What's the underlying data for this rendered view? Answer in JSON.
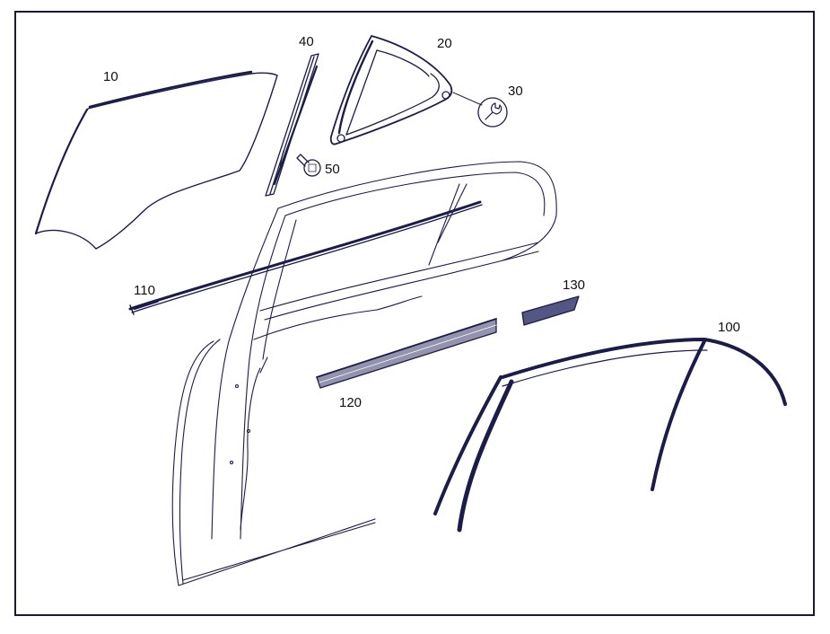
{
  "diagram": {
    "type": "exploded-parts-view",
    "subject": "rear door window glass and seals",
    "colors": {
      "line": "#1c1c4a",
      "frame": "#1a1a2e",
      "background": "#ffffff"
    },
    "callouts": [
      {
        "id": "10",
        "label": "10",
        "part": "door-window-glass"
      },
      {
        "id": "20",
        "label": "20",
        "part": "quarter-vent-window"
      },
      {
        "id": "30",
        "label": "30",
        "part": "wrench-service-symbol"
      },
      {
        "id": "40",
        "label": "40",
        "part": "window-guide-rail"
      },
      {
        "id": "50",
        "label": "50",
        "part": "screw"
      },
      {
        "id": "100",
        "label": "100",
        "part": "window-frame-seal"
      },
      {
        "id": "110",
        "label": "110",
        "part": "inner-belt-strip"
      },
      {
        "id": "120",
        "label": "120",
        "part": "outer-belt-moulding"
      },
      {
        "id": "130",
        "label": "130",
        "part": "trim-strip"
      }
    ]
  },
  "watermark": {
    "line1": "",
    "line2": ""
  }
}
